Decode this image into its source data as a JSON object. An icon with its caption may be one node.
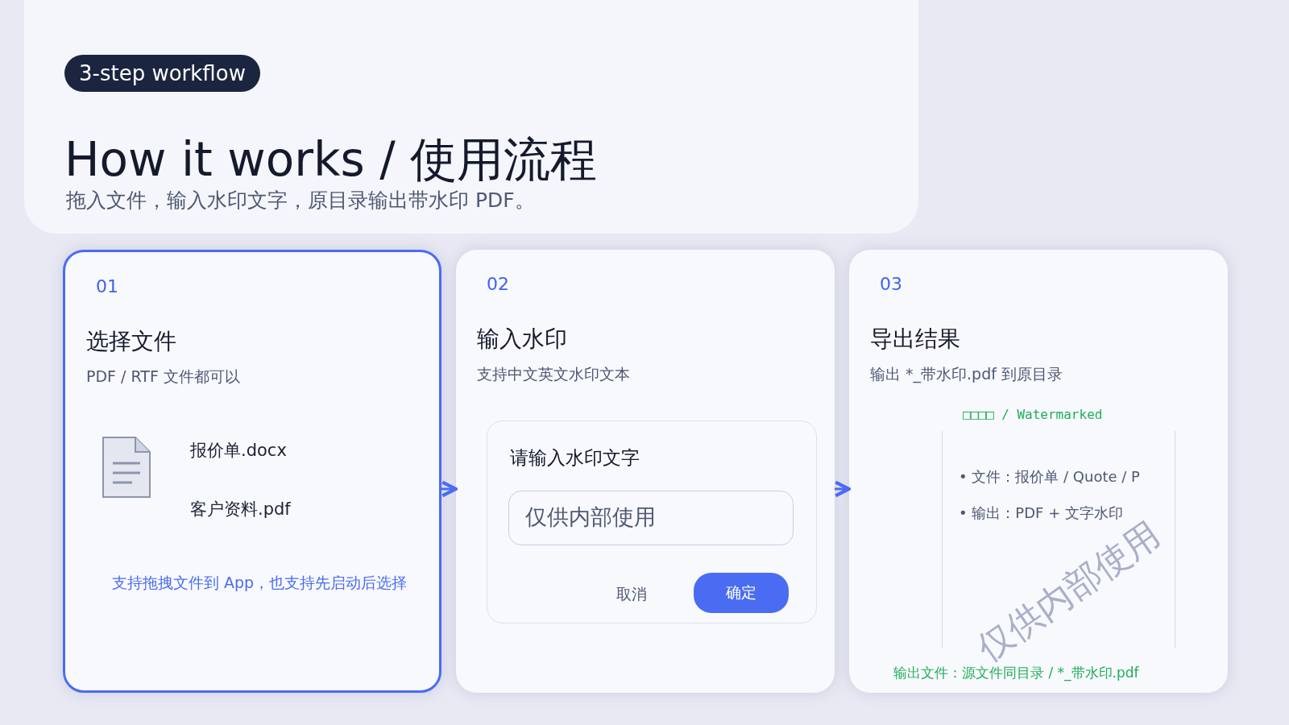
{
  "diagram": {
    "title": "How it works / 使用流程",
    "nodes": [
      {
        "text": [
          "3-step workflow"
        ]
      },
      {
        "text": [
          "01",
          "选择文件",
          "PDF / RTF 文件都可以",
          "报价单.docx",
          "客户资料.pdf",
          "支持拖拽文件到 App，也支持先启动后选择"
        ]
      },
      {
        "text": [
          "02",
          "输入水印",
          "支持中文英文水印文本"
        ]
      },
      {
        "text": [
          "请输入水印文字",
          "取消"
        ],
        "in": 2
      },
      {
        "text": [
          "仅供内部使用"
        ],
        "in": 3
      },
      {
        "text": [
          "确定"
        ],
        "in": 3
      },
      {
        "text": [
          "03",
          "导出结果",
          "输出 *_带水印.pdf 到原目录",
          "输出文件：源文件同目录 / *_带水印.pdf"
        ]
      },
      {
        "text": [
          "□□□□ / Watermarked",
          "• 文件：报价单 / Quote / P",
          "• 输出：PDF + 文字水印",
          "仅供内部使用"
        ],
        "in": 6
      }
    ],
    "edges": [
      {
        "from": 1,
        "to": 2,
        "arrow": "to"
      },
      {
        "from": 2,
        "to": 6,
        "arrow": "to"
      }
    ],
    "labels": [
      "拖入文件，输入水印文字，原目录输出带水印 PDF。"
    ]
  }
}
